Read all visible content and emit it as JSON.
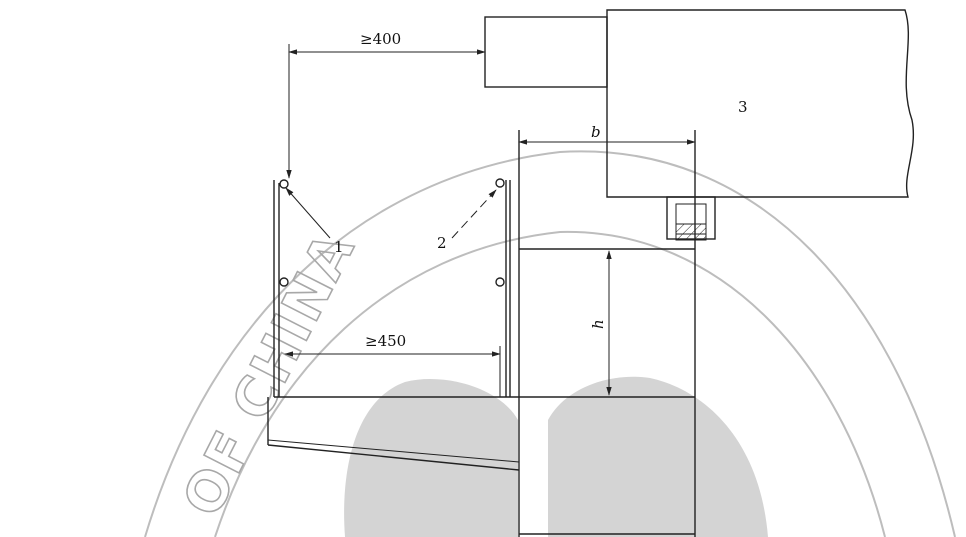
{
  "dimensions": {
    "top_clearance": "≥400",
    "walkway_width": "≥450",
    "width_b": "b",
    "height_h": "h"
  },
  "callouts": {
    "item_1": "1",
    "item_2": "2",
    "item_3": "3"
  },
  "watermark": {
    "text": "OF CHINA"
  },
  "colors": {
    "line": "#222222",
    "watermark": "#bdbdbd"
  }
}
